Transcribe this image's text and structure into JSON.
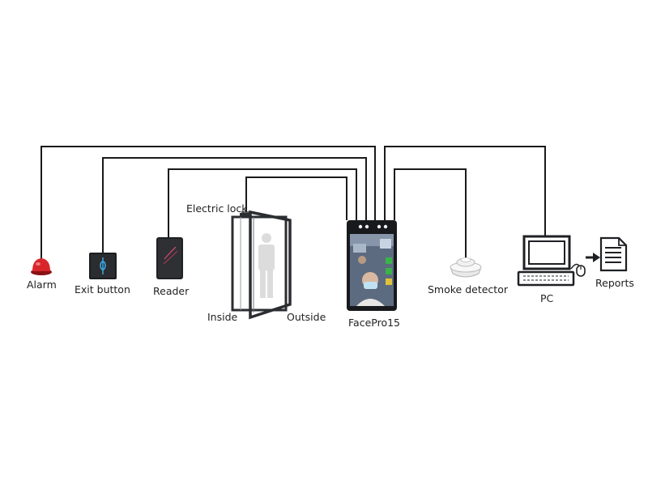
{
  "devices": {
    "alarm": "Alarm",
    "exit_button": "Exit button",
    "reader": "Reader",
    "electric_lock": "Electric lock",
    "inside": "Inside",
    "outside": "Outside",
    "terminal": "FacePro15",
    "smoke_detector": "Smoke detector",
    "pc": "PC",
    "reports": "Reports"
  },
  "colors": {
    "wire": "#1a1a1a",
    "alarm_red": "#d8262b",
    "door_frame": "#2b2d31",
    "person": "#dcdcdc",
    "terminal_body": "#18191c",
    "screen": "#7a8aa0",
    "led_blue": "#3ba7e0",
    "temp_green": "#39b34a"
  }
}
